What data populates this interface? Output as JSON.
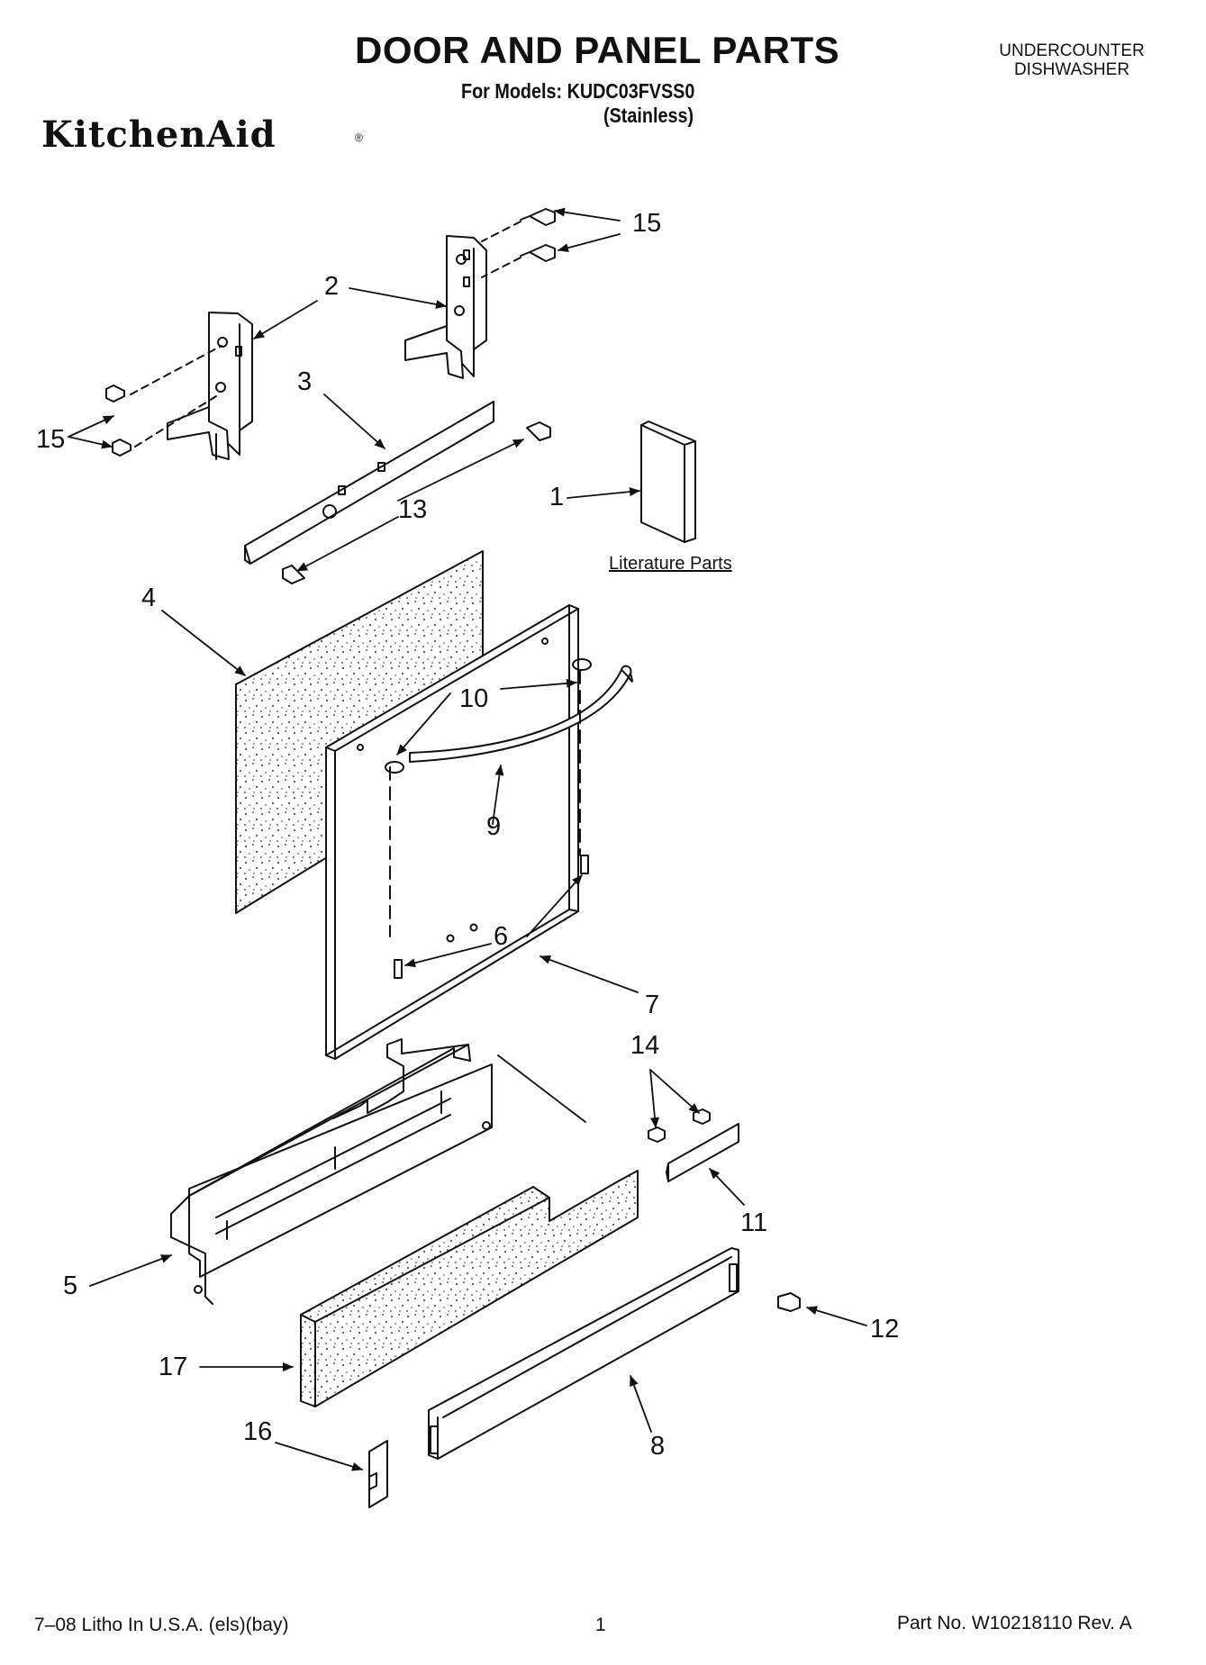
{
  "header": {
    "title": "DOOR AND PANEL PARTS",
    "models_line": "For Models: KUDC03FVSS0",
    "variant": "(Stainless)",
    "appliance_line1": "UNDERCOUNTER",
    "appliance_line2": "DISHWASHER",
    "brand": "KitchenAid",
    "brand_mark": "®"
  },
  "callouts": {
    "c1": "1",
    "c2": "2",
    "c3": "3",
    "c4": "4",
    "c5": "5",
    "c6": "6",
    "c7": "7",
    "c8": "8",
    "c9": "9",
    "c10": "10",
    "c11": "11",
    "c12": "12",
    "c13": "13",
    "c14": "14",
    "c15a": "15",
    "c15b": "15",
    "c16": "16",
    "c17": "17"
  },
  "literature_label": "Literature Parts",
  "footer": {
    "left": "7–08 Litho In U.S.A. (els)(bay)",
    "page": "1",
    "right": "Part No. W10218110 Rev. A"
  },
  "colors": {
    "ink": "#111111",
    "paper": "#ffffff"
  }
}
